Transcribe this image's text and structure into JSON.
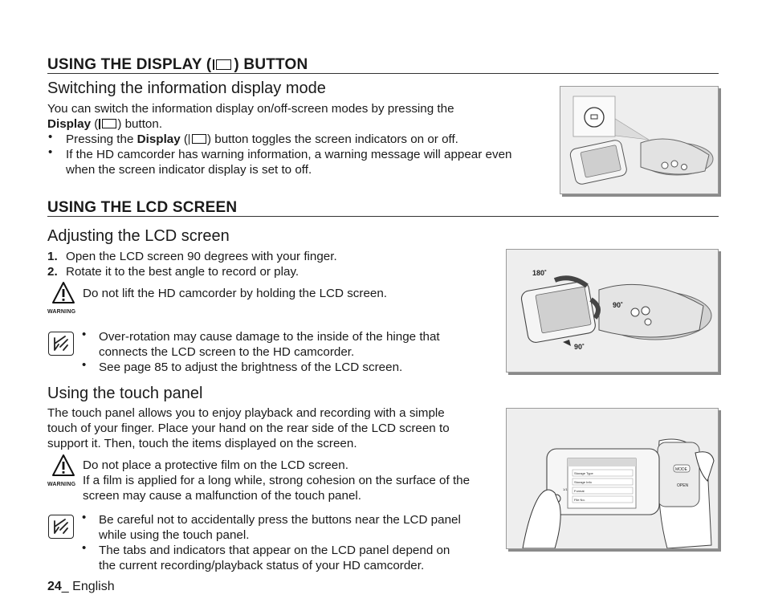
{
  "section1": {
    "title_pre": "USING THE DISPLAY (",
    "title_post": ") BUTTON",
    "subtitle": "Switching the information display mode",
    "intro_line1": "You can switch the information display on/off-screen modes by pressing the",
    "intro_bold": "Display",
    "intro_post": ") button.",
    "bullet1_pre": "Pressing the ",
    "bullet1_bold": "Display",
    "bullet1_post": ") button toggles the screen indicators on or off.",
    "bullet2_line1": "If the HD camcorder has warning information, a warning message will appear even",
    "bullet2_line2": "when the screen indicator display is set to off."
  },
  "section2": {
    "title": "USING THE LCD SCREEN",
    "subtitle": "Adjusting the LCD screen",
    "steps": [
      {
        "num": "1.",
        "text": "Open the LCD screen 90 degrees with your finger."
      },
      {
        "num": "2.",
        "text": "Rotate it to the best angle to record or play."
      }
    ],
    "warning_label": "WARNING",
    "warning_text": "Do not lift the HD camcorder by holding the LCD screen.",
    "note1_line1": "Over-rotation may cause damage to the inside of the hinge that",
    "note1_line2": "connects the LCD screen to the HD camcorder.",
    "note2": "See page 85 to adjust the brightness of the LCD screen.",
    "figure_labels": {
      "a180": "180˚",
      "a90a": "90˚",
      "a90b": "90˚"
    }
  },
  "section3": {
    "subtitle": "Using the touch panel",
    "para_line1": "The touch panel allows you to enjoy playback and recording with a simple",
    "para_line2": "touch of your finger. Place your hand on the rear side of the LCD screen to",
    "para_line3": "support it. Then, touch the items displayed on the screen.",
    "warning_label": "WARNING",
    "warning_line1": "Do not place a protective film on the LCD screen.",
    "warning_line2": "If a film is applied for a long while, strong cohesion on the surface of the",
    "warning_line3": "screen may cause a malfunction of the touch panel.",
    "note1_line1": "Be careful not to accidentally press the buttons near the LCD panel",
    "note1_line2": "while using the touch panel.",
    "note2_line1": "The tabs and indicators that appear on the LCD panel depend on",
    "note2_line2": "the current recording/playback status of your HD camcorder.",
    "screen_rows": [
      "Storage Type",
      "Storage Info",
      "Format",
      "File No."
    ],
    "screen_page": "1/1",
    "mode_label": "MODE",
    "open_label": "OPEN"
  },
  "footer": {
    "page": "24",
    "sep": "_ ",
    "lang": "English"
  },
  "colors": {
    "text": "#1a1a1a",
    "figure_bg": "#eeeeee",
    "rule": "#333333"
  }
}
